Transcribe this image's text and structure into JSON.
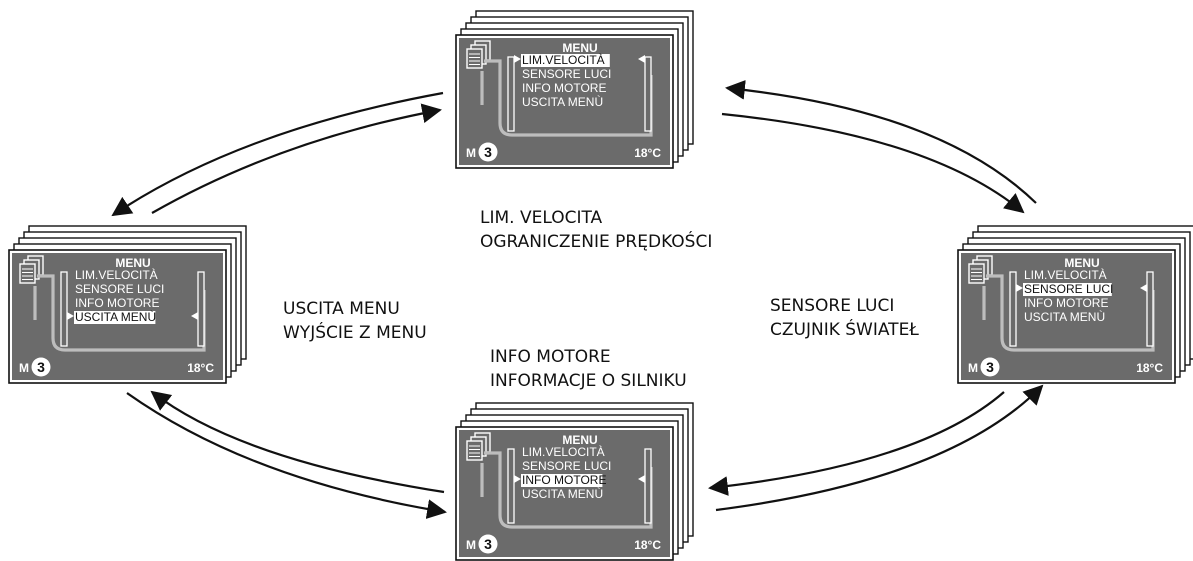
{
  "screen": {
    "menu_title": "MENU",
    "items": [
      "LIM.VELOCITÀ",
      "SENSORE LUCI",
      "INFO MOTORE",
      "USCITA MENÙ"
    ],
    "mode_letter": "M",
    "mode_number": "3",
    "temperature": "18°C"
  },
  "panels": [
    {
      "id": "top",
      "selected_item": 0
    },
    {
      "id": "right",
      "selected_item": 1
    },
    {
      "id": "bottom",
      "selected_item": 2
    },
    {
      "id": "left",
      "selected_item": 3
    }
  ],
  "captions": {
    "top": {
      "line1": "LIM. VELOCITA",
      "line2": "OGRANICZENIE PRĘDKOŚCI"
    },
    "right": {
      "line1": "SENSORE LUCI",
      "line2": "CZUJNIK ŚWIATEŁ"
    },
    "bottom": {
      "line1": "INFO MOTORE",
      "line2": "INFORMACJE O SILNIKU"
    },
    "left": {
      "line1": "USCITA MENU",
      "line2": "WYJŚCIE Z MENU"
    }
  },
  "colors": {
    "screen_bg": "#6b6b6b",
    "screen_line": "#bdbdbd",
    "highlight_bg": "#ffffff",
    "text": "#ffffff"
  }
}
